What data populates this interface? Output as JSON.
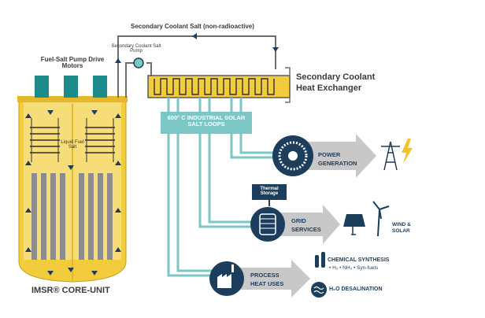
{
  "diagram": {
    "top_pipe_label": "Secondary Coolant Salt (non-radioactive)",
    "pump_label": "Secondary Coolant Salt Pump",
    "motors_label": "Fuel-Salt Pump Drive Motors",
    "hx_label": "Secondary Coolant Heat Exchanger",
    "solar_loops_label": "600° C INDUSTRIAL SOLAR SALT LOOPS",
    "liquid_fuel_label": "Liquid Fuel Salt",
    "core_label": "IMSR® CORE-UNIT",
    "thermal_storage_label": "Thermal Storage",
    "power_generation_label": "POWER GENERATION",
    "grid_services_label": "GRID SERVICES",
    "process_heat_label": "PROCESS HEAT USES",
    "wind_solar_label": "WIND & SOLAR",
    "chemical_synthesis_label": "CHEMICAL SYNTHESIS",
    "chemical_list": "• H₂ • NH₃ • Syn-fuels",
    "desalination_label": "H₂O DESALINATION",
    "colors": {
      "navy": "#1d3d5c",
      "teal": "#1d8a8a",
      "pipe_teal": "#7cc6c6",
      "yellow": "#f2cc3d",
      "yellow_light": "#f7dd78",
      "gray_arrow": "#c8c8c8",
      "rod_gray": "#8c8c8c",
      "lightning": "#f2c230"
    }
  }
}
